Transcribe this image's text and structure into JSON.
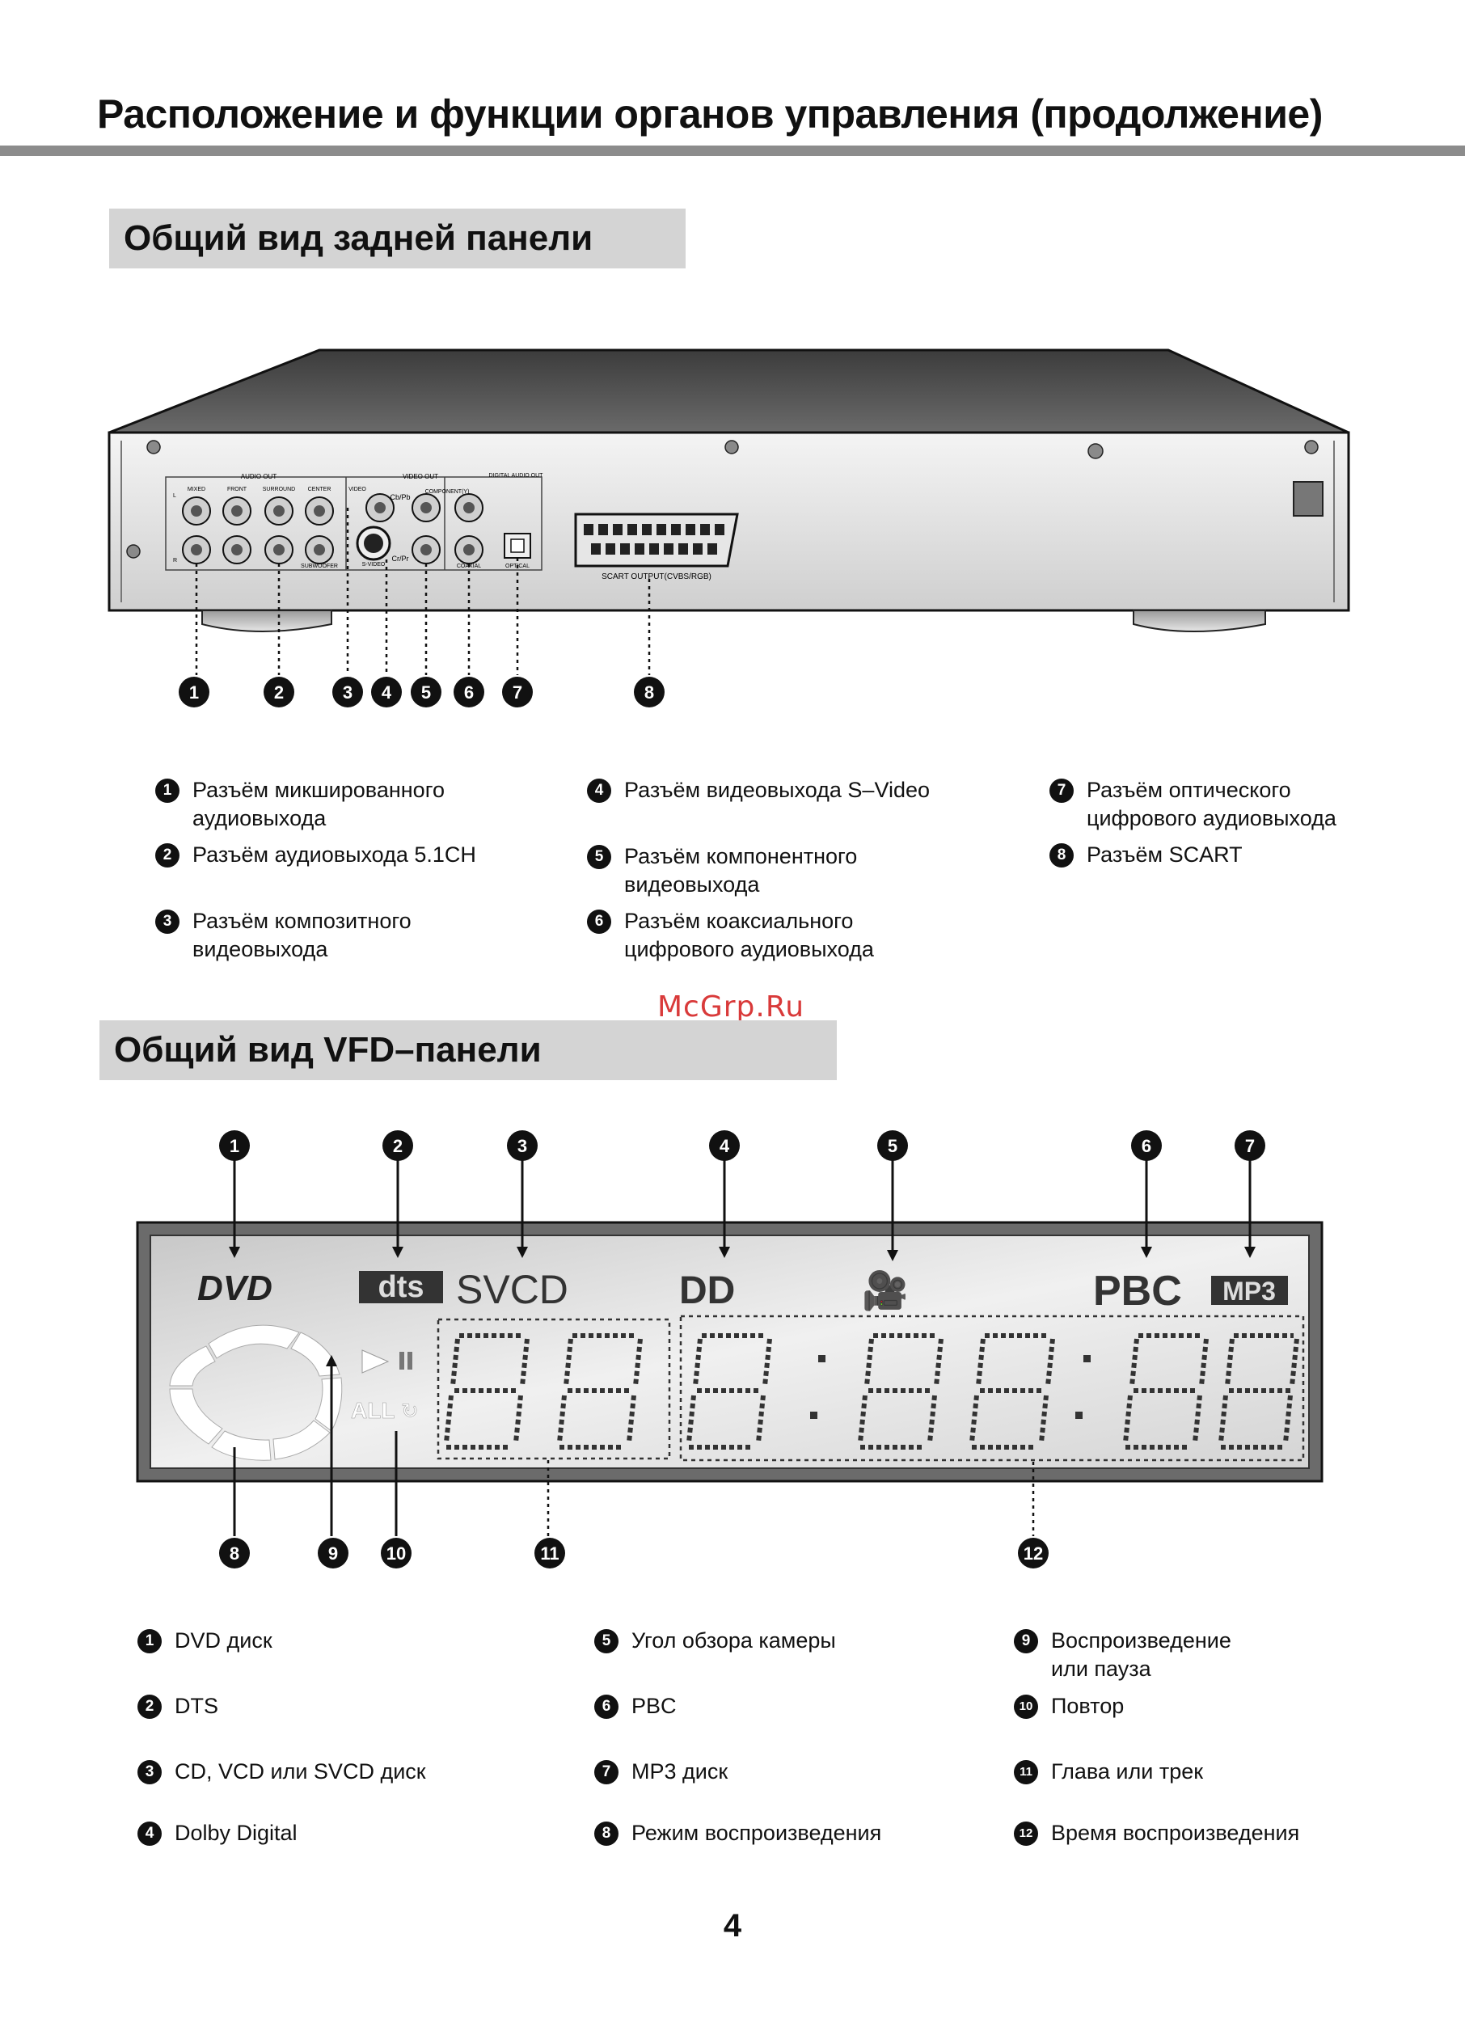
{
  "page": {
    "title": "Расположение и функции органов управления (продолжение)",
    "number": "4",
    "watermark": "McGrp.Ru"
  },
  "rear_panel": {
    "heading": "Общий вид задней панели",
    "labels": {
      "audio_out": "AUDIO OUT",
      "video_out": "VIDEO OUT",
      "digital_audio_out": "DIGITAL AUDIO OUT",
      "mixed": "MIXED",
      "front": "FRONT",
      "surround": "SURROUND",
      "center": "CENTER",
      "subwoofer": "SUBWOOFER",
      "video": "VIDEO",
      "component": "COMPONENT(Y)",
      "cbpb": "Cb/Pb",
      "crpr": "Cr/Pr",
      "svideo": "S-VIDEO",
      "coaxial": "COAXIAL",
      "optical": "OPTICAL",
      "scart": "SCART OUTPUT(CVBS/RGB)",
      "left": "L",
      "right": "R"
    },
    "callouts": [
      "1",
      "2",
      "3",
      "4",
      "5",
      "6",
      "7",
      "8"
    ],
    "legend": [
      {
        "n": "1",
        "text": "Разъём микшированного",
        "text2": "аудиовыхода"
      },
      {
        "n": "2",
        "text": "Разъём аудиовыхода 5.1CH",
        "text2": ""
      },
      {
        "n": "3",
        "text": "Разъём композитного",
        "text2": "видеовыхода"
      },
      {
        "n": "4",
        "text": "Разъём видеовыхода S–Video",
        "text2": ""
      },
      {
        "n": "5",
        "text": "Разъём компонентного",
        "text2": "видеовыхода"
      },
      {
        "n": "6",
        "text": "Разъём коаксиального",
        "text2": "цифрового аудиовыхода"
      },
      {
        "n": "7",
        "text": "Разъём оптического",
        "text2": "цифрового аудиовыхода"
      },
      {
        "n": "8",
        "text": "Разъём SCART",
        "text2": ""
      }
    ]
  },
  "vfd_panel": {
    "heading": "Общий вид VFD–панели",
    "indicators": {
      "dvd": "DVD",
      "dts": "dts",
      "svcd": "SVCD",
      "dolby": "DD",
      "pbc": "PBC",
      "mp3": "MP3",
      "all": "ALL"
    },
    "callouts": [
      "1",
      "2",
      "3",
      "4",
      "5",
      "6",
      "7",
      "8",
      "9",
      "10",
      "11",
      "12"
    ],
    "legend": [
      {
        "n": "1",
        "text": "DVD диск",
        "text2": ""
      },
      {
        "n": "2",
        "text": "DTS",
        "text2": ""
      },
      {
        "n": "3",
        "text": "CD, VCD или SVCD диск",
        "text2": ""
      },
      {
        "n": "4",
        "text": "Dolby Digital",
        "text2": ""
      },
      {
        "n": "5",
        "text": "Угол обзора камеры",
        "text2": ""
      },
      {
        "n": "6",
        "text": "PBC",
        "text2": ""
      },
      {
        "n": "7",
        "text": "MP3 диск",
        "text2": ""
      },
      {
        "n": "8",
        "text": "Режим воспроизведения",
        "text2": ""
      },
      {
        "n": "9",
        "text": "Воспроизведение",
        "text2": "или пауза"
      },
      {
        "n": "10",
        "text": "Повтор",
        "text2": ""
      },
      {
        "n": "11",
        "text": "Глава или трек",
        "text2": ""
      },
      {
        "n": "12",
        "text": "Время воспроизведения",
        "text2": ""
      }
    ]
  }
}
